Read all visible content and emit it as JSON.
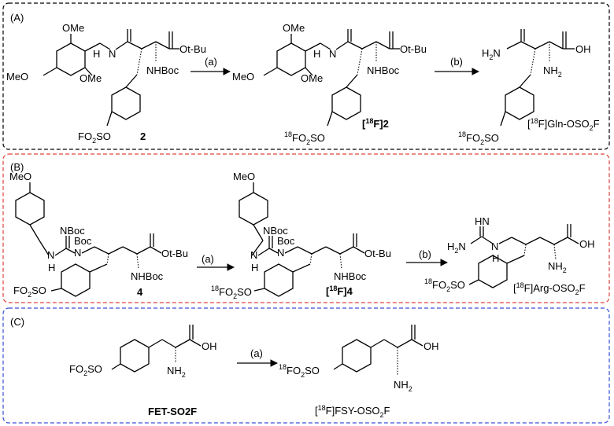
{
  "colors": {
    "panel_a_border": "#000000",
    "panel_b_border": "#e0443b",
    "panel_c_border": "#3a4fd6"
  },
  "panels": {
    "a": {
      "tag": "(A)",
      "compound_2": {
        "label": "2",
        "ome_top": "OMe",
        "ome_left": "MeO",
        "ome_right": "OMe",
        "nh": "N",
        "h": "H",
        "ester": "Ot-Bu",
        "nhboc": "NHBoc",
        "fo2s_1": "FO",
        "fo2s_2": "2",
        "fo2s_3": "SO"
      },
      "step_a": "(a)",
      "compound_18f2": {
        "label_pre": "[",
        "label_sup": "18",
        "label_post": "F]2",
        "ome_top": "OMe",
        "ome_left": "MeO",
        "ome_right": "OMe",
        "nh": "N",
        "h": "H",
        "ester": "Ot-Bu",
        "nhboc": "NHBoc",
        "iso": "18",
        "fo2s_1": "FO",
        "fo2s_2": "2",
        "fo2s_3": "SO"
      },
      "step_b": "(b)",
      "product": {
        "h2n": "H",
        "h2n_sub": "2",
        "h2n_n": "N",
        "oh": "OH",
        "nh2": "NH",
        "nh2_sub": "2",
        "iso": "18",
        "fo2s_1": "FO",
        "fo2s_2": "2",
        "fo2s_3": "SO",
        "name_pre": "[",
        "name_sup": "18",
        "name_mid": "F]Gln-OSO",
        "name_sub": "2",
        "name_post": "F"
      }
    },
    "b": {
      "tag": "(B)",
      "compound_4": {
        "label": "4",
        "meo": "MeO",
        "nboc": "NBoc",
        "boc": "Boc",
        "n": "N",
        "nh_n": "N",
        "h": "H",
        "ester": "Ot-Bu",
        "nhboc": "NHBoc",
        "fo2s_1": "FO",
        "fo2s_2": "2",
        "fo2s_3": "SO"
      },
      "step_a": "(a)",
      "compound_18f4": {
        "label_pre": "[",
        "label_sup": "18",
        "label_post": "F]4",
        "meo": "MeO",
        "nboc": "NBoc",
        "boc": "Boc",
        "n": "N",
        "nh_n": "N",
        "h": "H",
        "ester": "Ot-Bu",
        "nhboc": "NHBoc",
        "iso": "18",
        "fo2s_1": "FO",
        "fo2s_2": "2",
        "fo2s_3": "SO"
      },
      "step_b": "(b)",
      "product": {
        "hn": "HN",
        "h2n": "H",
        "h2n_sub": "2",
        "h2n_n": "N",
        "nh_n": "N",
        "h": "H",
        "oh": "OH",
        "nh2": "NH",
        "nh2_sub": "2",
        "iso": "18",
        "fo2s_1": "FO",
        "fo2s_2": "2",
        "fo2s_3": "SO",
        "name_pre": "[",
        "name_sup": "18",
        "name_mid": "F]Arg-OSO",
        "name_sub": "2",
        "name_post": "F"
      }
    },
    "c": {
      "tag": "(C)",
      "reactant": {
        "label": "FET-SO2F",
        "oh": "OH",
        "nh2": "NH",
        "nh2_sub": "2",
        "fo2s_1": "FO",
        "fo2s_2": "2",
        "fo2s_3": "SO"
      },
      "step_a": "(a)",
      "product": {
        "oh": "OH",
        "nh2": "NH",
        "nh2_sub": "2",
        "iso": "18",
        "fo2s_1": "FO",
        "fo2s_2": "2",
        "fo2s_3": "SO",
        "name_pre": "[",
        "name_sup": "18",
        "name_mid": "F]FSY-OSO",
        "name_sub": "2",
        "name_post": "F"
      }
    }
  }
}
